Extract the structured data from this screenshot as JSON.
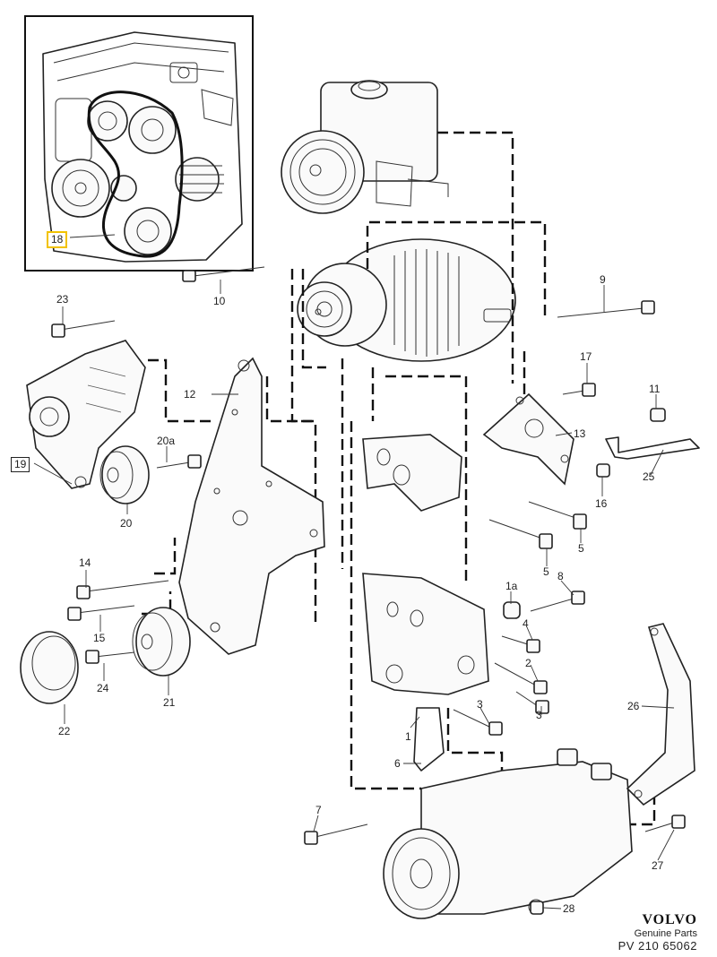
{
  "callouts": {
    "c1": "1",
    "c1a": "1a",
    "c2": "2",
    "c3a": "3",
    "c3b": "3",
    "c4": "4",
    "c5a": "5",
    "c5b": "5",
    "c6": "6",
    "c7": "7",
    "c8": "8",
    "c9": "9",
    "c10": "10",
    "c11": "11",
    "c12": "12",
    "c13": "13",
    "c14": "14",
    "c15": "15",
    "c16": "16",
    "c17": "17",
    "c18": "18",
    "c19": "19",
    "c20": "20",
    "c20a": "20a",
    "c21": "21",
    "c22": "22",
    "c23": "23",
    "c24": "24",
    "c25": "25",
    "c26": "26",
    "c27": "27",
    "c28": "28"
  },
  "brand": {
    "logo": "VOLVO",
    "subtitle": "Genuine Parts",
    "reference": "PV 210 65062"
  },
  "colors": {
    "highlight": "#f2c200",
    "line": "#222222"
  }
}
